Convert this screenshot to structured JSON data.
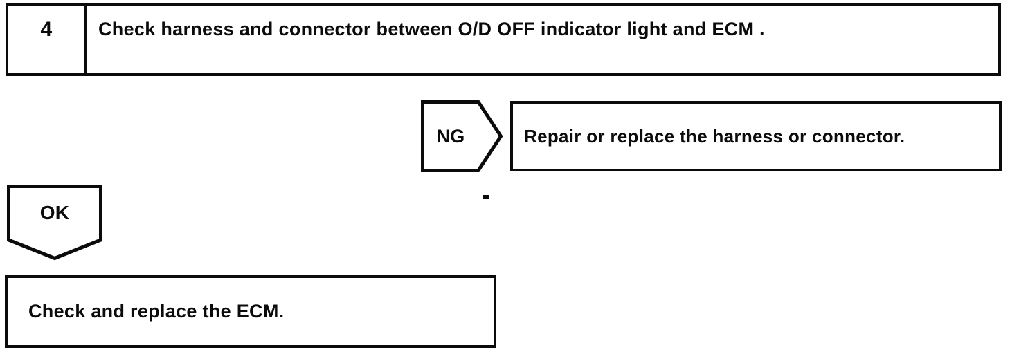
{
  "page": {
    "background": "#ffffff",
    "ink": "#000000",
    "type": "service-manual troubleshooting flowchart"
  },
  "flowchart": {
    "step_box": {
      "number": "4",
      "instruction": "Check harness and connector between O/D OFF indicator light and ECM ."
    },
    "ng_branch": {
      "label": "NG",
      "result": "Repair or replace the harness or connector."
    },
    "ok_branch": {
      "label": "OK"
    },
    "final_box": {
      "text": "Check and replace the ECM."
    }
  }
}
